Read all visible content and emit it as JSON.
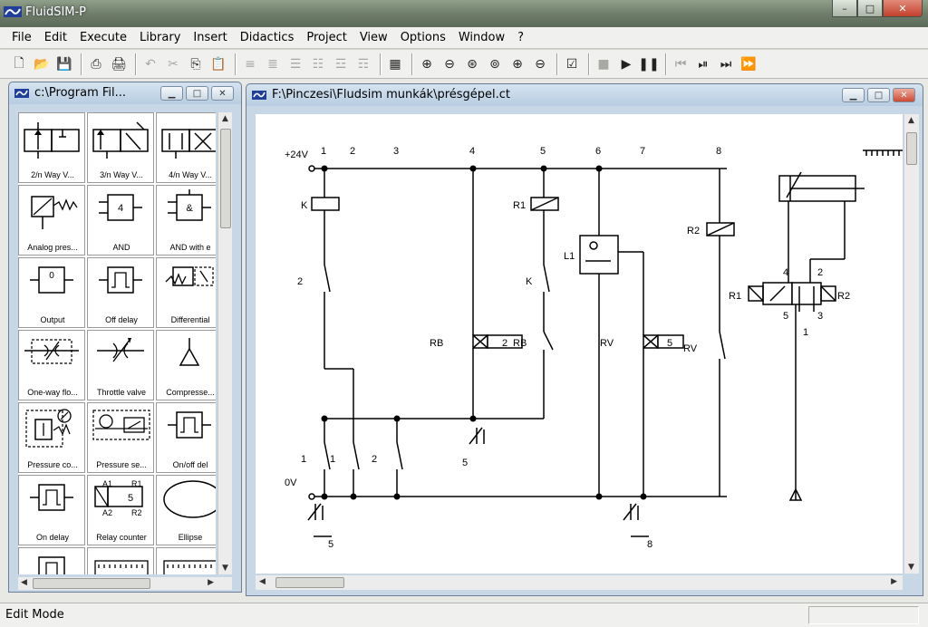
{
  "app": {
    "title": "FluidSIM-P",
    "caption_min": "–",
    "caption_max": "□",
    "caption_close": "✕"
  },
  "menu": [
    "File",
    "Edit",
    "Execute",
    "Library",
    "Insert",
    "Didactics",
    "Project",
    "View",
    "Options",
    "Window",
    "?"
  ],
  "toolbar": {
    "file": [
      "🗋",
      "📂",
      "💾"
    ],
    "print": [
      "⎙",
      "🖨"
    ],
    "edit": [
      "↶",
      "✂",
      "⎘",
      "📋"
    ],
    "align": [
      "≡",
      "≣",
      "☰",
      "☷",
      "☲",
      "☶"
    ],
    "grid": "▦",
    "zoom": [
      "⊕",
      "⊖",
      "⊛",
      "⊚",
      "⊕",
      "⊖"
    ],
    "check": "☑",
    "sim": [
      "■",
      "▶",
      "❚❚",
      "⏮",
      "⏯",
      "⏭",
      "⏩"
    ]
  },
  "library_window": {
    "title": "c:\\Program Fil...",
    "items": [
      "2/n Way V...",
      "3/n Way V...",
      "4/n Way V...",
      "Analog pres...",
      "AND",
      "AND with e",
      "Output",
      "Off delay",
      "Differential",
      "One-way flo...",
      "Throttle valve",
      "Compresse...",
      "Pressure co...",
      "Pressure se...",
      "On/off del",
      "On delay",
      "Relay counter",
      "Ellipse",
      "",
      "",
      ""
    ],
    "relay_counter_symbol": {
      "a1": "A1",
      "r1": "R1",
      "a2": "A2",
      "r2": "R2",
      "preset": "5"
    },
    "and_number": "4",
    "and_e_number": "&",
    "output_number": "0"
  },
  "circuit_window": {
    "title": "F:\\Pinczesi\\Fludsim munkák\\présgépel.ct",
    "supply": {
      "plus": "+24V",
      "minus": "0V"
    },
    "rung_numbers": [
      "1",
      "2",
      "3",
      "4",
      "5",
      "6",
      "7",
      "8"
    ],
    "labels": {
      "k_coil": "K",
      "r1_coil": "R1",
      "r2_coil": "R2",
      "l1": "L1",
      "k_contact": "K",
      "rb_left": "RB",
      "rb_right": "RB",
      "rv_left": "RV",
      "rv_right": "RV",
      "counter_rb_value": "2",
      "counter_rv_value": "5",
      "sw_2_top": "2",
      "sw_1a": "1",
      "sw_1b": "1",
      "sw_2_bottom": "2",
      "ref_5_mid": "5",
      "ref_5_bottom": "5",
      "ref_8_bottom": "8",
      "valve_r1": "R1",
      "valve_r2": "R2",
      "port_4": "4",
      "port_2": "2",
      "port_5": "5",
      "port_3": "3",
      "port_1": "1"
    }
  },
  "status": {
    "mode": "Edit Mode"
  }
}
